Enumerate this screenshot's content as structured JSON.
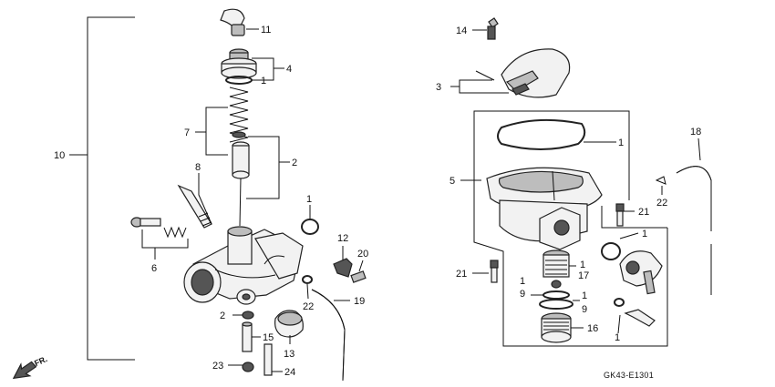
{
  "diagram": {
    "labels": [
      {
        "key": "p11",
        "text": "11"
      },
      {
        "key": "p4",
        "text": "4"
      },
      {
        "key": "p1a",
        "text": "1"
      },
      {
        "key": "p7",
        "text": "7"
      },
      {
        "key": "p2a",
        "text": "2"
      },
      {
        "key": "p10",
        "text": "10"
      },
      {
        "key": "p8",
        "text": "8"
      },
      {
        "key": "p1b",
        "text": "1"
      },
      {
        "key": "p6",
        "text": "6"
      },
      {
        "key": "p12",
        "text": "12"
      },
      {
        "key": "p20",
        "text": "20"
      },
      {
        "key": "p22a",
        "text": "22"
      },
      {
        "key": "p19",
        "text": "19"
      },
      {
        "key": "p2b",
        "text": "2"
      },
      {
        "key": "p15",
        "text": "15"
      },
      {
        "key": "p13",
        "text": "13"
      },
      {
        "key": "p23",
        "text": "23"
      },
      {
        "key": "p24",
        "text": "24"
      },
      {
        "key": "p14",
        "text": "14"
      },
      {
        "key": "p3",
        "text": "3"
      },
      {
        "key": "p1c",
        "text": "1"
      },
      {
        "key": "p5",
        "text": "5"
      },
      {
        "key": "p18",
        "text": "18"
      },
      {
        "key": "p22b",
        "text": "22"
      },
      {
        "key": "p21a",
        "text": "21"
      },
      {
        "key": "p1d",
        "text": "1"
      },
      {
        "key": "p21b",
        "text": "21"
      },
      {
        "key": "p1e",
        "text": "1"
      },
      {
        "key": "p17",
        "text": "17"
      },
      {
        "key": "p1f",
        "text": "1"
      },
      {
        "key": "p9a",
        "text": "9"
      },
      {
        "key": "p1g",
        "text": "1"
      },
      {
        "key": "p9b",
        "text": "9"
      },
      {
        "key": "p16",
        "text": "16"
      },
      {
        "key": "p1h",
        "text": "1"
      }
    ],
    "diagram_code": "GK43-E1301",
    "direction_label": "FR."
  }
}
